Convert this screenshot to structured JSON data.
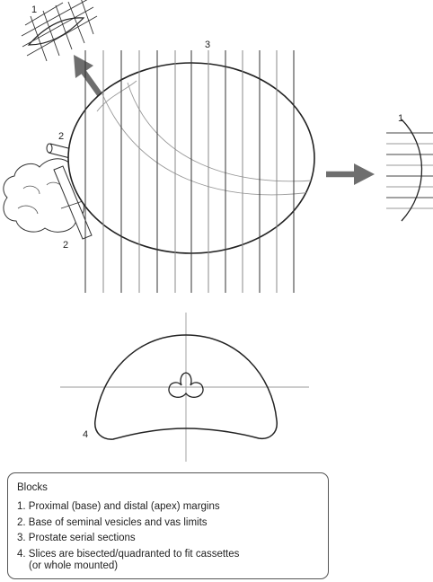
{
  "labels": {
    "margin_tl": "1",
    "serial": "3",
    "vesicle_top": "2",
    "vesicle_bottom": "2",
    "margin_right": "1",
    "slice": "4"
  },
  "legend": {
    "title": "Blocks",
    "items": [
      "1. Proximal (base) and distal (apex) margins",
      "2. Base of seminal vesicles and vas limits",
      "3. Prostate serial sections",
      "4. Slices are bisected/quadranted to fit cassettes"
    ],
    "item4_continuation": "(or whole mounted)"
  },
  "colors": {
    "line": "#222222",
    "arrow": "#6e6e6e",
    "grey_line": "#9a9a9a"
  }
}
